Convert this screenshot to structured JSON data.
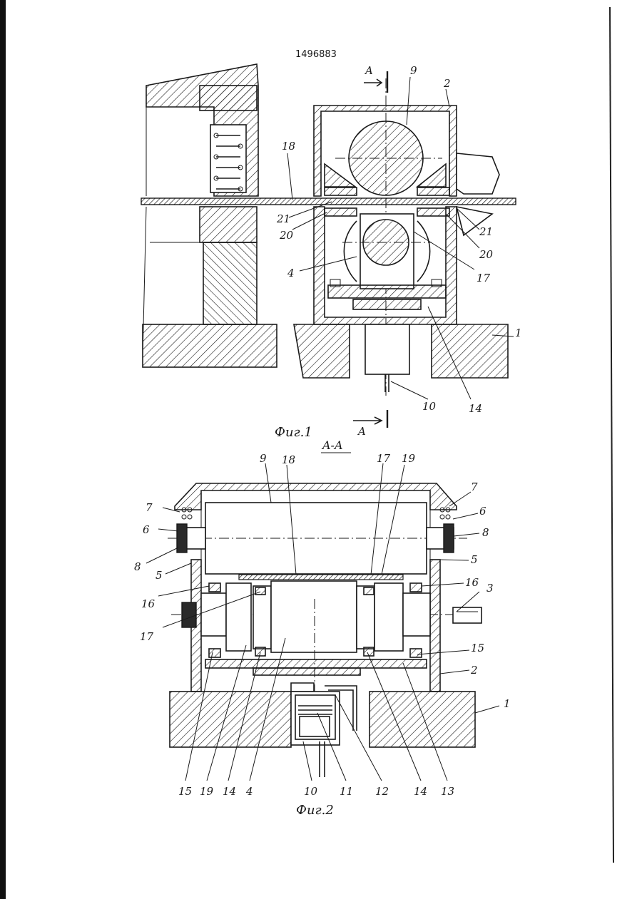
{
  "document": {
    "patent_number": "1496883",
    "section_marker": "A",
    "section_title": "A-A",
    "fig1_caption": "Фиг.1",
    "fig2_caption": "Фиг.2"
  },
  "fig1": {
    "labels": {
      "l9": "9",
      "l2": "2",
      "l18": "18",
      "l21a": "21",
      "l20a": "20",
      "l21b": "21",
      "l20b": "20",
      "l4": "4",
      "l17": "17",
      "l1": "1",
      "l10": "10",
      "l14": "14"
    }
  },
  "fig2": {
    "labels": {
      "l9": "9",
      "l18": "18",
      "l17t": "17",
      "l19t": "19",
      "l7L": "7",
      "l6L": "6",
      "l8L": "8",
      "l5L": "5",
      "l7R": "7",
      "l6R": "6",
      "l8R": "8",
      "l5R": "5",
      "l16L": "16",
      "l17L": "17",
      "l16R": "16",
      "l3": "3",
      "l15R": "15",
      "l2": "2",
      "l1": "1",
      "l15b": "15",
      "l19b": "19",
      "l14b": "14",
      "l4b": "4",
      "l10b": "10",
      "l11b": "11",
      "l12b": "12",
      "l14c": "14",
      "l13b": "13"
    }
  }
}
